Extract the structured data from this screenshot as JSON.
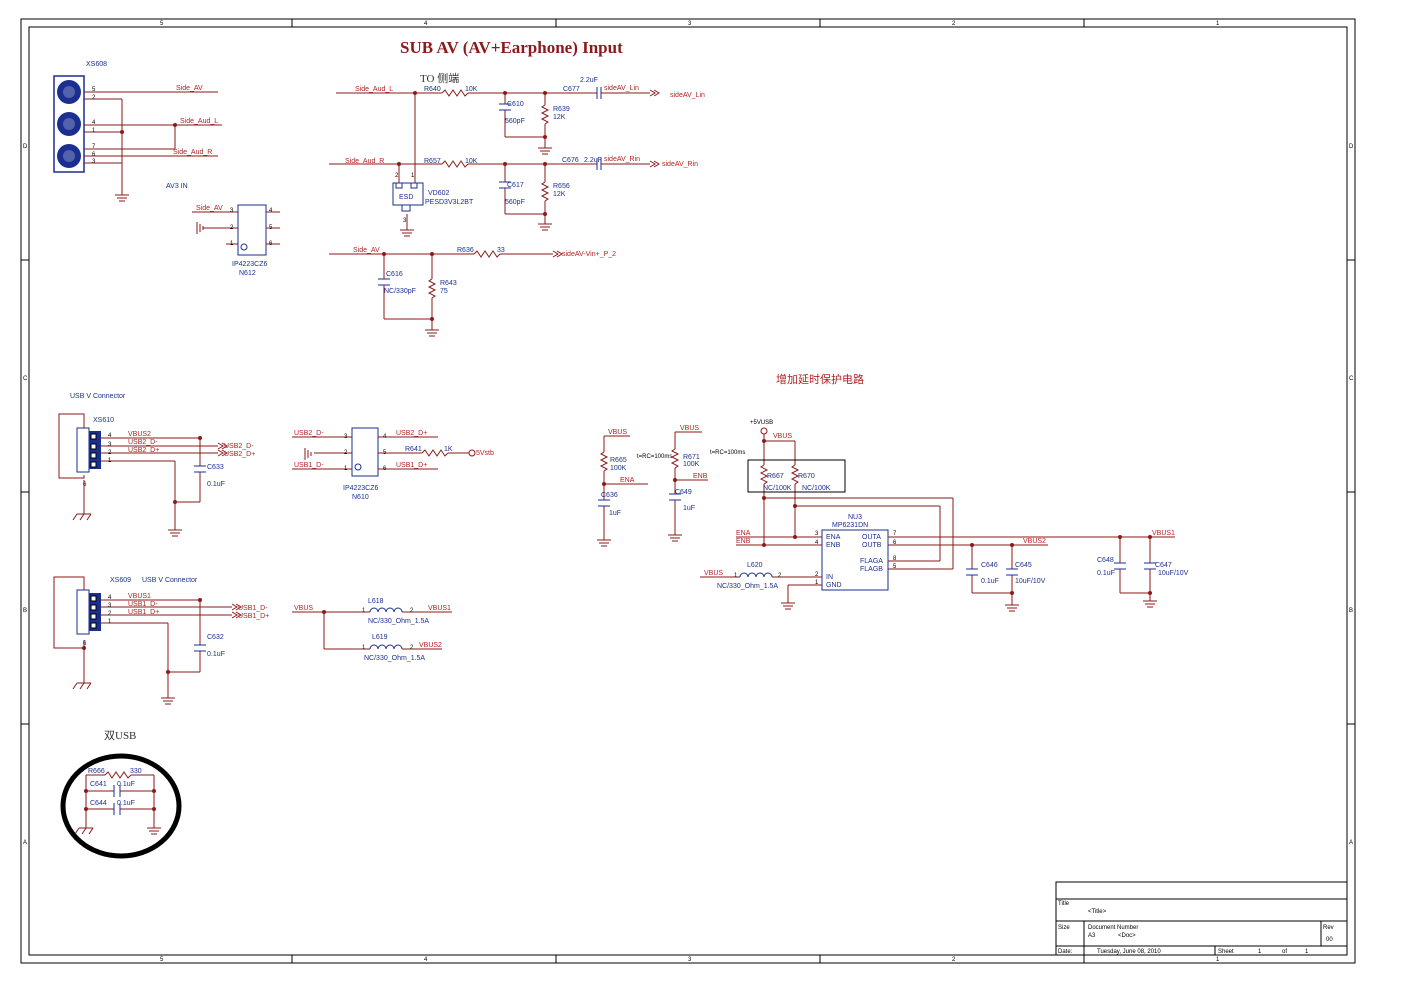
{
  "title": "SUB AV (AV+Earphone) Input",
  "notes": {
    "to_side": "TO 侧端",
    "delay_protect": "增加延时保护电路",
    "dual_usb": "双USB",
    "av3_in": "AV3 IN",
    "usb_v_connector_1": "USB V Connector",
    "usb_v_connector_2": "USB V Connector",
    "rc1": "t=RC=100ms",
    "rc2": "t=RC=100ms"
  },
  "grid": {
    "cols": [
      "5",
      "4",
      "3",
      "2",
      "1"
    ],
    "rows": [
      "D",
      "C",
      "B",
      "A"
    ]
  },
  "refs": {
    "xs608": "XS608",
    "xs610": "XS610",
    "xs609": "XS609",
    "n612": "N612",
    "n610": "N610",
    "vd602": "VD602",
    "nu3": "NU3",
    "ip4223_a": "IP4223CZ6",
    "ip4223_b": "IP4223CZ6",
    "pesd": "PESD3V3L2BT",
    "esd": "ESD",
    "mp6231": "MP6231DN",
    "r640": "R640",
    "r657": "R657",
    "r639": "R639",
    "r656": "R656",
    "r636": "R636",
    "r643": "R643",
    "r641": "R641",
    "r665": "R665",
    "r671": "R671",
    "r667": "R667",
    "r670": "R670",
    "r666": "R666",
    "c677": "C677",
    "c676": "C676",
    "c610": "C610",
    "c617": "C617",
    "c616": "C616",
    "c633": "C633",
    "c632": "C632",
    "c636": "C636",
    "c649": "C649",
    "c646": "C646",
    "c645": "C645",
    "c648": "C648",
    "c647": "C647",
    "c641": "C641",
    "c644": "C644",
    "l618": "L618",
    "l619": "L619",
    "l620": "L620"
  },
  "values": {
    "k10": "10K",
    "k12": "12K",
    "r33": "33",
    "r75": "75",
    "r1k": "1K",
    "k100": "100K",
    "r330": "330",
    "uf22": "2.2uF",
    "pf560": "560pF",
    "nc330pf": "NC/330pF",
    "uf01": "0.1uF",
    "uf1": "1uF",
    "uf10v": "10uF/10V",
    "nc100k": "NC/100K",
    "nc330ohm": "NC/330_Ohm_1.5A"
  },
  "nets": {
    "side_av": "Side_AV",
    "side_aud_l": "Side_Aud_L",
    "side_aud_r": "Side_Aud_R",
    "sideav_lin": "sideAV_Lin",
    "sideav_rin": "sideAV_Rin",
    "sideav_vin": "sideAV-Vin+_P_2",
    "usb2_dm": "USB2_D-",
    "usb2_dp": "USB2_D+",
    "usb1_dm": "USB1_D-",
    "usb1_dp": "USB1_D+",
    "vbus": "VBUS",
    "vbus1": "VBUS1",
    "vbus2": "VBUS2",
    "ena": "ENA",
    "enb": "ENB",
    "p5vusb": "+5VUSB",
    "p5vstb": "5Vstb"
  },
  "ic_pins": {
    "ena": "ENA",
    "enb": "ENB",
    "in": "IN",
    "gnd": "GND",
    "outa": "OUTA",
    "outb": "OUTB",
    "flaga": "FLAGA",
    "flagb": "FLAGB"
  },
  "title_block": {
    "title_label": "Title",
    "title_value": "<Title>",
    "size_label": "Size",
    "size_value": "A3",
    "docnum_label": "Document Number",
    "docnum_value": "<Doc>",
    "rev_label": "Rev",
    "rev_value": "00",
    "date_label": "Date:",
    "date_value": "Tuesday, June 08, 2010",
    "sheet_label": "Sheet",
    "sheet_num": "1",
    "of_label": "of",
    "sheet_total": "1"
  }
}
